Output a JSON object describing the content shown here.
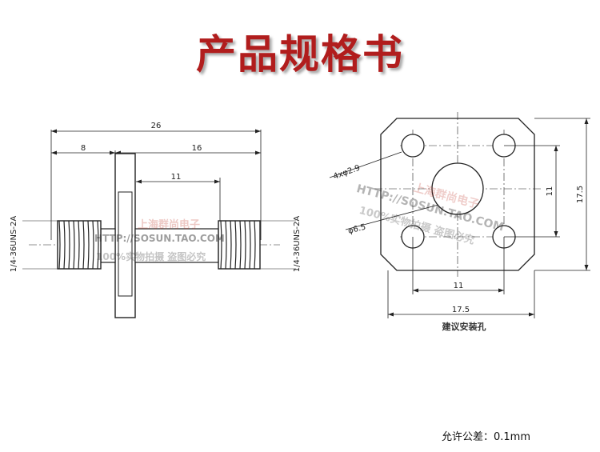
{
  "page": {
    "title": "产品规格书"
  },
  "side_view": {
    "overall_length": "26",
    "left_section": "8",
    "right_section": "16",
    "thread_length": "11",
    "left_thread_label": "1/4-36UNS-2A",
    "right_thread_label": "1/4-36UNS-2A"
  },
  "flange_view": {
    "hole_label": "4xφ2.9",
    "center_hole_label": "φ6.5",
    "hole_spacing_v": "11",
    "overall_height": "17.5",
    "hole_spacing_h": "11",
    "overall_width": "17.5",
    "caption": "建议安装孔"
  },
  "footer": {
    "tolerance": "允许公差：0.1mm"
  },
  "watermarks": {
    "url": "HTTP://SOSUN.TAO.COM",
    "shop_name": "上海群尚电子",
    "slogan": "100%实物拍摄  盗图必究"
  },
  "colors": {
    "title": "#b11d1d",
    "line": "#222222",
    "watermark_accent": "#c0392b"
  }
}
